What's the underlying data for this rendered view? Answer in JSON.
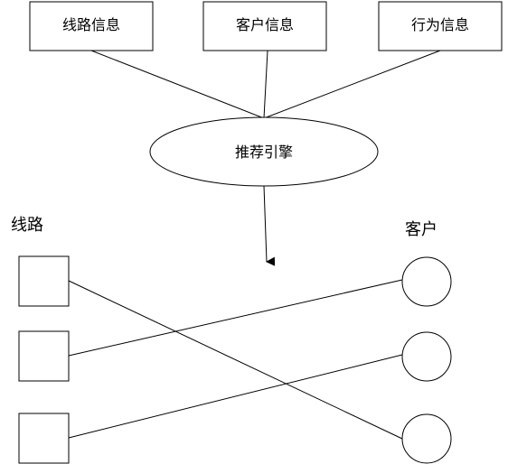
{
  "sources": [
    {
      "id": "line-info",
      "label": "线路信息"
    },
    {
      "id": "customer-info",
      "label": "客户信息"
    },
    {
      "id": "behavior-info",
      "label": "行为信息"
    }
  ],
  "engine": {
    "label": "推荐引擎"
  },
  "left_group": {
    "label": "线路"
  },
  "right_group": {
    "label": "客户"
  },
  "colors": {
    "stroke": "#000000",
    "fill": "#ffffff",
    "text": "#000000"
  }
}
